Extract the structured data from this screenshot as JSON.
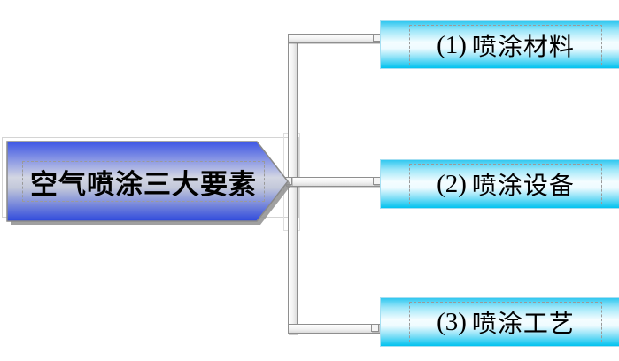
{
  "diagram": {
    "root": {
      "label": "空气喷涂三大要素"
    },
    "branches": [
      {
        "num": "(1)",
        "label": "喷涂材料"
      },
      {
        "num": "(2)",
        "label": "喷涂设备"
      },
      {
        "num": "(3)",
        "label": "喷涂工艺"
      }
    ],
    "colors": {
      "root_fill_top": "#3d56e5",
      "root_fill_mid": "#d3d6e3",
      "root_fill_bottom": "#2e49dc",
      "branch_fill_top": "#31c8f0",
      "branch_fill_mid": "#f4fdff",
      "branch_fill_bottom": "#01c2ef",
      "connector_stroke": "#8f8f8f",
      "placeholder_dash": "#9a9a9a",
      "text": "#000000",
      "background": "#ffffff"
    }
  }
}
